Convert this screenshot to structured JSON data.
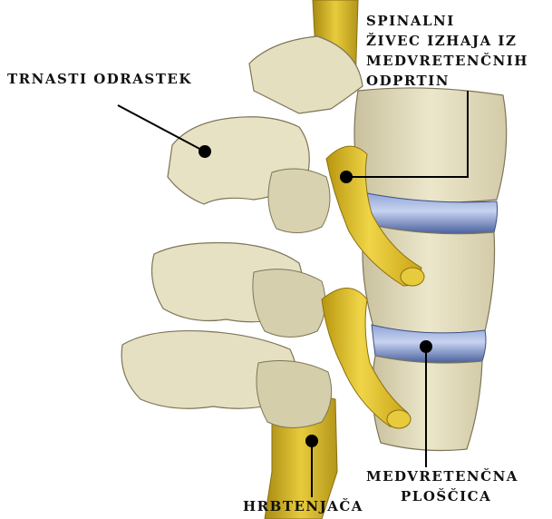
{
  "labels": {
    "spinous_process": "TRNASTI ODRASTEK",
    "spinal_nerve": [
      "SPINALNI",
      "ŽIVEC IZHAJA IZ",
      "MEDVRETENČNIH",
      "ODPRTIN"
    ],
    "intervertebral_disc": [
      "MEDVRETENČNA",
      "PLOŠČICA"
    ],
    "spinal_cord": "HRBTENJAČA"
  },
  "colors": {
    "bone": "#e6e1c2",
    "bone_shadow": "#b8b08c",
    "bone_outline": "#7d7557",
    "nerve": "#d8b61c",
    "nerve_highlight": "#f2da5a",
    "disc": "#5c74b0",
    "disc_highlight": "#b8c8ec",
    "leader": "#000000"
  }
}
